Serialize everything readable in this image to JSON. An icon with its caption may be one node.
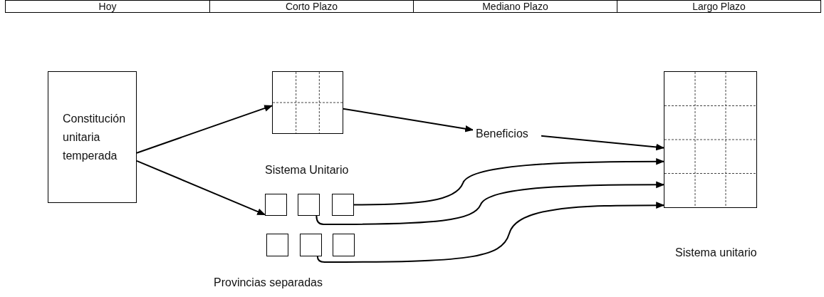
{
  "diagram": {
    "nodes": [
      {
        "text": [
          "Constitución unitaria temperada"
        ]
      },
      {
        "text": [],
        "shape": "box",
        "beside": [
          "Sistema Unitario"
        ]
      },
      {
        "text": [
          "Beneficios"
        ]
      },
      {
        "text": [],
        "shape": "box",
        "beside": [
          "Sistema unitario"
        ]
      },
      {
        "text": [],
        "shape": "box"
      },
      {
        "text": [],
        "shape": "box"
      },
      {
        "text": [],
        "shape": "box"
      },
      {
        "text": [],
        "shape": "box"
      },
      {
        "text": [],
        "shape": "box"
      },
      {
        "text": [],
        "shape": "box"
      }
    ],
    "edges": [
      {
        "from": 0,
        "to": 1,
        "arrow": "to"
      },
      {
        "from": 0,
        "to": 4,
        "arrow": "to"
      },
      {
        "from": 1,
        "to": 2,
        "arrow": "to"
      },
      {
        "from": 2,
        "to": 3,
        "arrow": "to"
      },
      {
        "from": 6,
        "to": 3,
        "arrow": "to"
      },
      {
        "from": 5,
        "to": 3,
        "arrow": "to"
      },
      {
        "from": 8,
        "to": 3,
        "arrow": "to"
      }
    ],
    "labels": [
      "Hoy",
      "Corto Plazo",
      "Mediano Plazo",
      "Largo Plazo",
      "Provincias separadas"
    ]
  }
}
